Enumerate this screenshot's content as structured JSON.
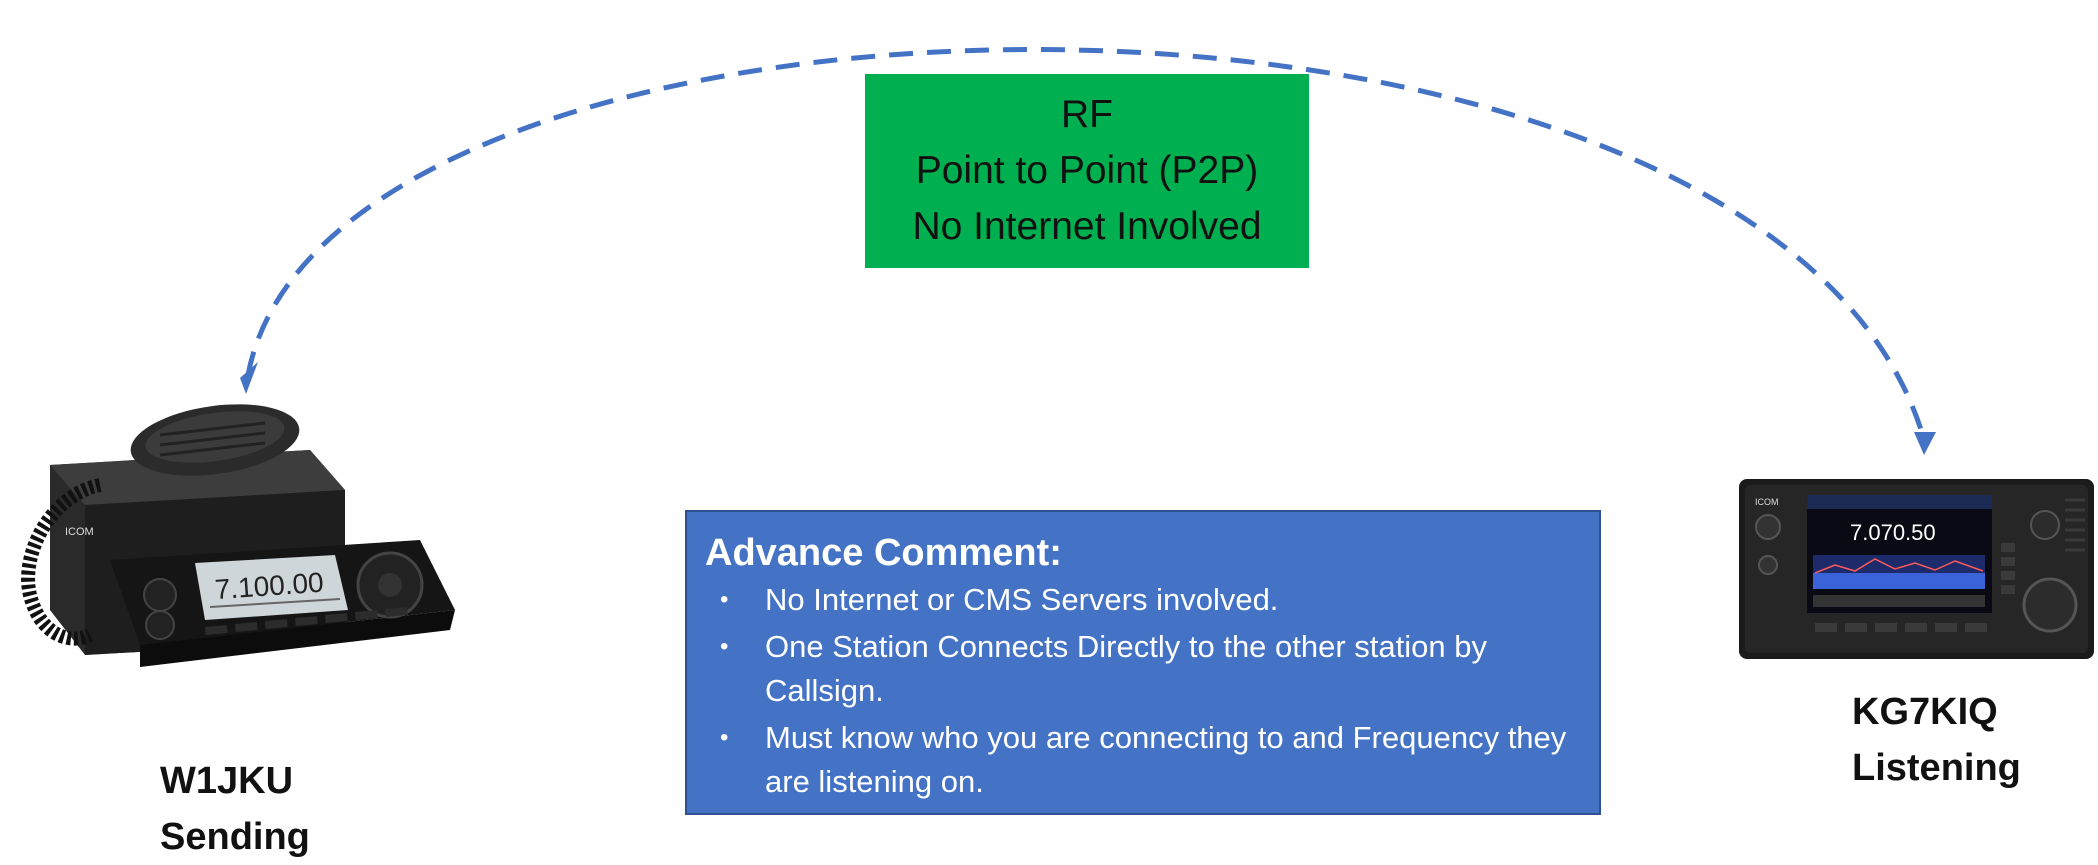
{
  "rf_box": {
    "lines": [
      "RF",
      "Point to Point (P2P)",
      "No Internet Involved"
    ],
    "color": "#00b050"
  },
  "comment": {
    "title": "Advance Comment:",
    "items": [
      "No Internet or CMS Servers involved.",
      "One Station Connects Directly to the other station by Callsign.",
      "Must know who you are connecting to and Frequency they are listening on."
    ],
    "bullet": "•",
    "color": "#4472c4"
  },
  "sender": {
    "callsign": "W1JKU",
    "role": "Sending",
    "display_freq": "7.100.00",
    "brand": "ICOM"
  },
  "receiver": {
    "callsign": "KG7KIQ",
    "role": "Listening",
    "display_freq": "7.070.50",
    "brand": "ICOM"
  },
  "arc": {
    "color": "#4472c4",
    "style": "dashed"
  }
}
